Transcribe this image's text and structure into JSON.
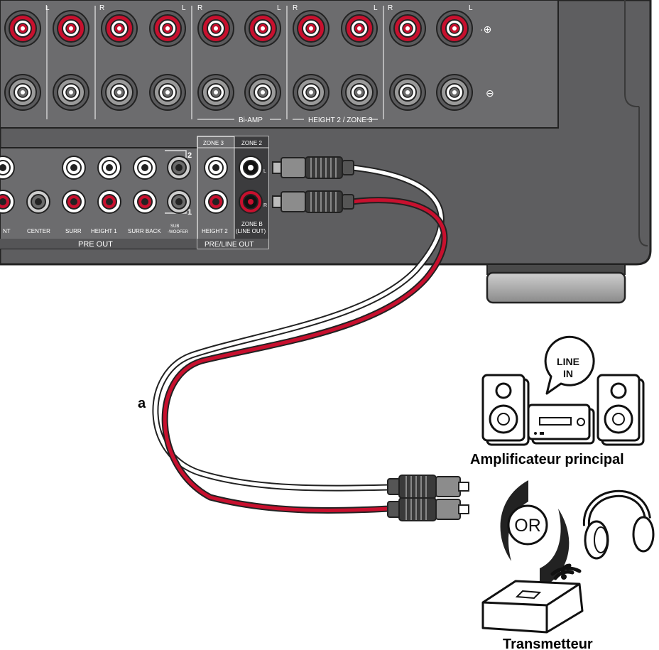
{
  "speaker_panel": {
    "channel_r": "R",
    "channel_l": "L",
    "plus_symbol": "·⊕",
    "minus_symbol": "⊖",
    "biamp_label": "Bi-AMP",
    "height2_zone3_label": "HEIGHT 2 / ZONE 3"
  },
  "preout_panel": {
    "number_two": "2",
    "number_one": "1",
    "labels": {
      "front_fragment": "NT",
      "center": "CENTER",
      "surr": "SURR",
      "height1": "HEIGHT 1",
      "surr_back": "SURR BACK",
      "sub_line1": "SUB",
      "sub_line2": "-WOOFER"
    },
    "pre_out": "PRE OUT"
  },
  "preline_panel": {
    "zone3": "ZONE 3",
    "zone2": "ZONE 2",
    "height2": "HEIGHT 2",
    "zoneb_line1": "ZONE B",
    "zoneb_line2": "(LINE OUT)",
    "pre_line_out": "PRE/LINE OUT",
    "l_mark": "L",
    "r_mark": "R"
  },
  "cable": {
    "label": "a",
    "colors": {
      "white": "#ffffff",
      "red": "#c8102e"
    }
  },
  "amplifier": {
    "bubble_line1": "LINE",
    "bubble_line2": "IN",
    "caption": "Amplificateur principal"
  },
  "or_label": "OR",
  "transmitter": {
    "caption": "Transmetteur"
  },
  "colors": {
    "panel": "#5e5e60",
    "panel_dark": "#3c3c3e",
    "red_terminal": "#c8102e",
    "outline": "#222222"
  }
}
